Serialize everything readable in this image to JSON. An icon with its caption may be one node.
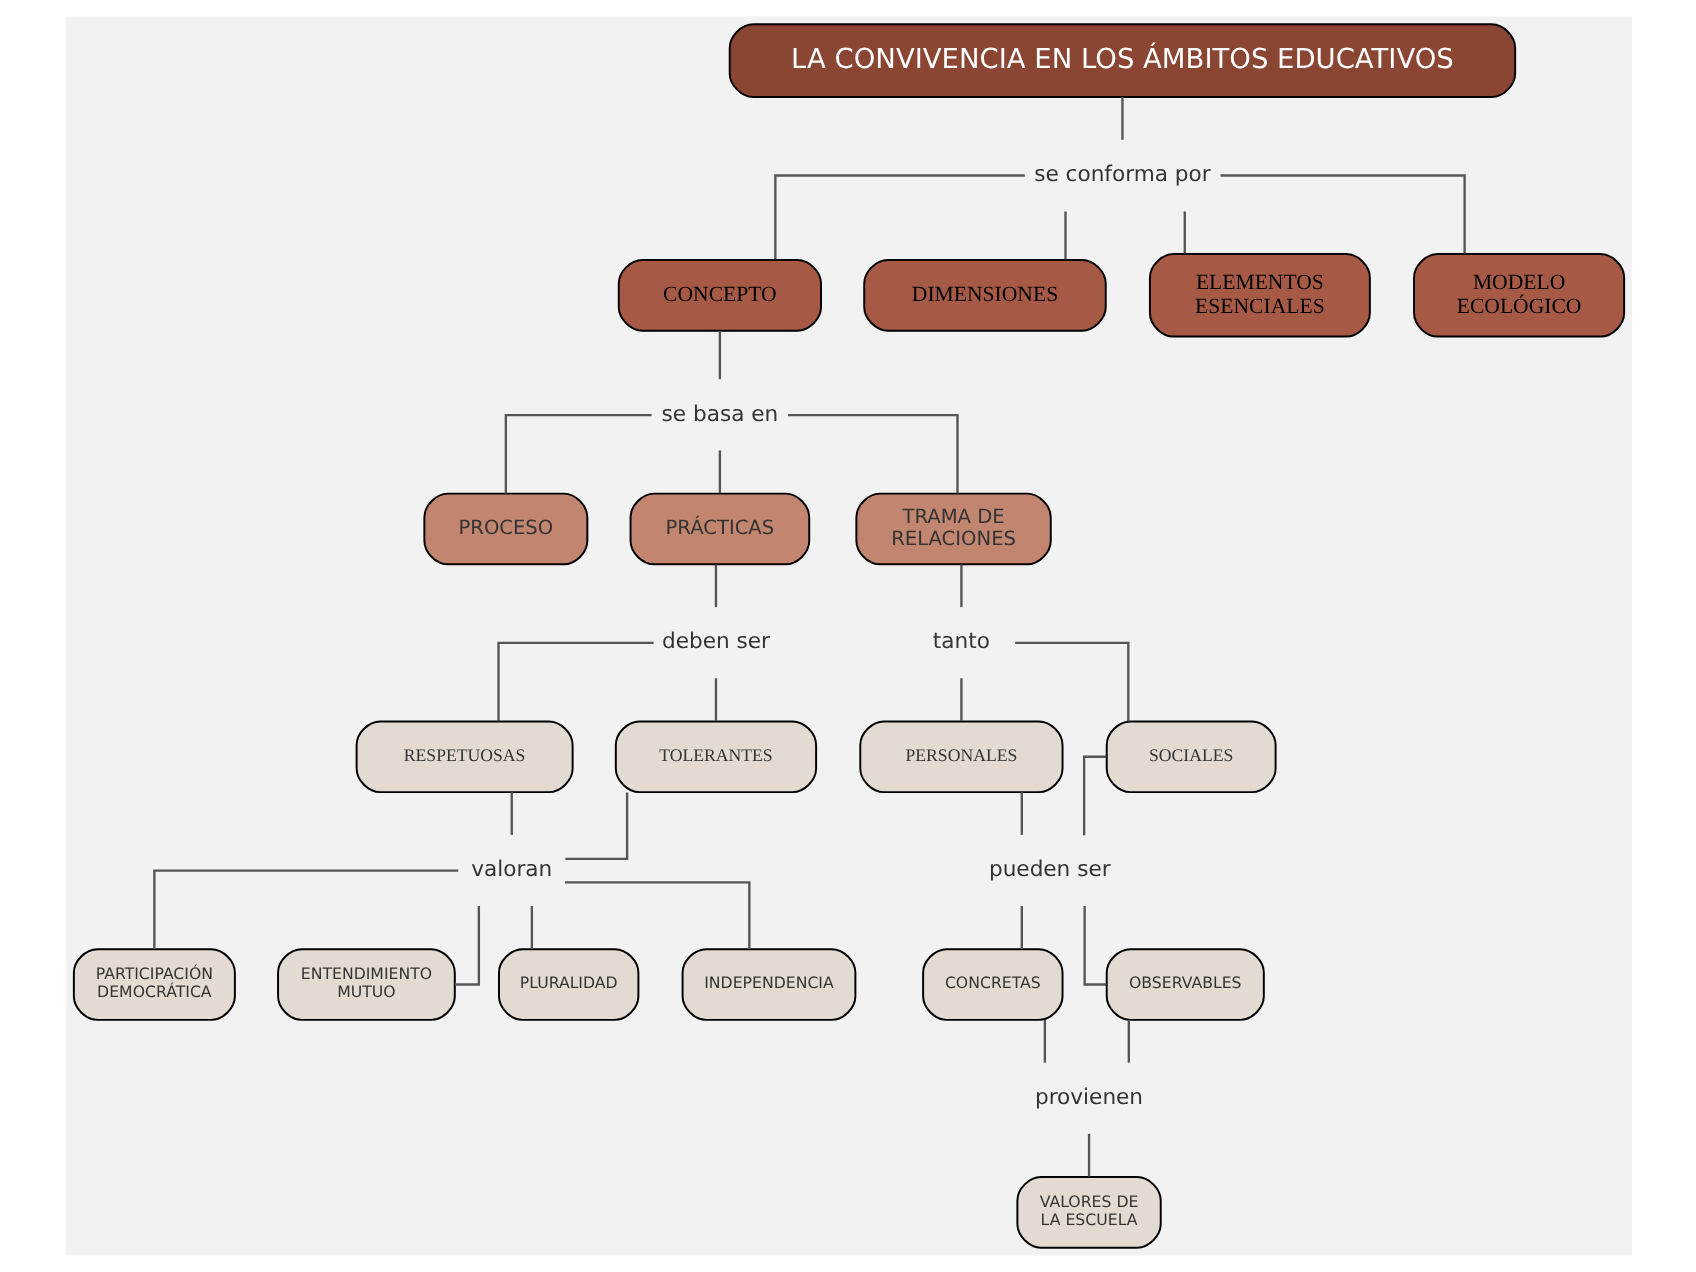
{
  "diagram": {
    "nodes": [
      {
        "text": [
          "LA CONVIVENCIA EN LOS ÁMBITOS EDUCATIVOS"
        ]
      },
      {
        "text": [
          "se conforma por"
        ]
      },
      {
        "text": [
          "CONCEPTO"
        ]
      },
      {
        "text": [
          "DIMENSIONES"
        ]
      },
      {
        "text": [
          "ELEMENTOS ESENCIALES"
        ]
      },
      {
        "text": [
          "MODELO ECOLÓGICO"
        ]
      },
      {
        "text": [
          "se basa en"
        ]
      },
      {
        "text": [
          "PROCESO"
        ]
      },
      {
        "text": [
          "PRÁCTICAS"
        ]
      },
      {
        "text": [
          "TRAMA DE RELACIONES"
        ]
      },
      {
        "text": [
          "deben ser"
        ]
      },
      {
        "text": [
          "tanto"
        ]
      },
      {
        "text": [
          "RESPETUOSAS"
        ]
      },
      {
        "text": [
          "TOLERANTES"
        ]
      },
      {
        "text": [
          "PERSONALES"
        ]
      },
      {
        "text": [
          "SOCIALES"
        ]
      },
      {
        "text": [
          "valoran"
        ]
      },
      {
        "text": [
          "pueden ser"
        ]
      },
      {
        "text": [
          "PARTICIPACIÓN DEMOCRÁTICA"
        ]
      },
      {
        "text": [
          "ENTENDIMIENTO MUTUO"
        ]
      },
      {
        "text": [
          "PLURALIDAD"
        ]
      },
      {
        "text": [
          "INDEPENDENCIA"
        ]
      },
      {
        "text": [
          "CONCRETAS"
        ]
      },
      {
        "text": [
          "OBSERVABLES"
        ]
      },
      {
        "text": [
          "provienen"
        ]
      },
      {
        "text": [
          "VALORES DE LA ESCUELA"
        ]
      }
    ],
    "edges": [
      {
        "from": 0,
        "to": 1,
        "arrow": "none"
      },
      {
        "from": 1,
        "to": 2,
        "arrow": "none"
      },
      {
        "from": 1,
        "to": 3,
        "arrow": "none"
      },
      {
        "from": 1,
        "to": 4,
        "arrow": "none"
      },
      {
        "from": 1,
        "to": 5,
        "arrow": "none"
      },
      {
        "from": 2,
        "to": 6,
        "arrow": "none"
      },
      {
        "from": 6,
        "to": 7,
        "arrow": "none"
      },
      {
        "from": 6,
        "to": 8,
        "arrow": "none"
      },
      {
        "from": 6,
        "to": 9,
        "arrow": "none"
      },
      {
        "from": 8,
        "to": 10,
        "arrow": "none"
      },
      {
        "from": 10,
        "to": 12,
        "arrow": "none"
      },
      {
        "from": 10,
        "to": 13,
        "arrow": "none"
      },
      {
        "from": 12,
        "to": 16,
        "arrow": "none"
      },
      {
        "from": 13,
        "to": 16,
        "arrow": "none"
      },
      {
        "from": 16,
        "to": 18,
        "arrow": "none"
      },
      {
        "from": 16,
        "to": 19,
        "arrow": "none"
      },
      {
        "from": 16,
        "to": 20,
        "arrow": "none"
      },
      {
        "from": 16,
        "to": 21,
        "arrow": "none"
      },
      {
        "from": 9,
        "to": 11,
        "arrow": "none"
      },
      {
        "from": 11,
        "to": 14,
        "arrow": "none"
      },
      {
        "from": 11,
        "to": 15,
        "arrow": "none"
      },
      {
        "from": 14,
        "to": 17,
        "arrow": "none"
      },
      {
        "from": 15,
        "to": 17,
        "arrow": "none"
      },
      {
        "from": 17,
        "to": 22,
        "arrow": "none"
      },
      {
        "from": 17,
        "to": 23,
        "arrow": "none"
      },
      {
        "from": 22,
        "to": 24,
        "arrow": "none"
      },
      {
        "from": 23,
        "to": 24,
        "arrow": "none"
      },
      {
        "from": 24,
        "to": 25,
        "arrow": "none"
      }
    ]
  }
}
